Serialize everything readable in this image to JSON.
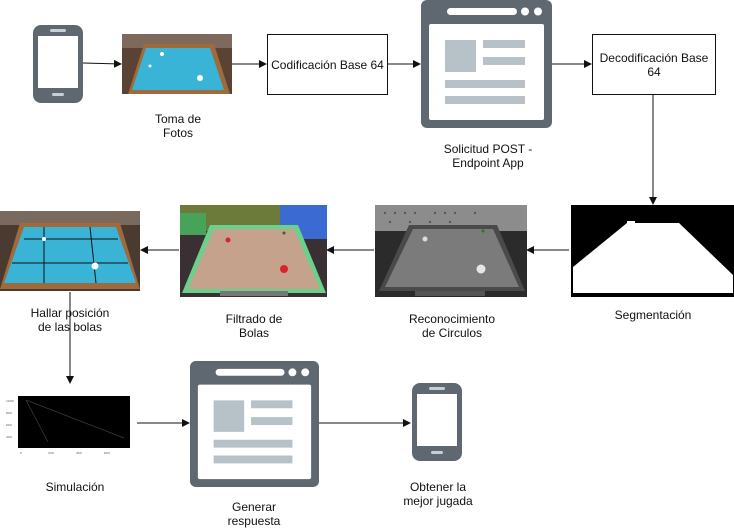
{
  "steps": {
    "toma_fotos": "Toma de\nFotos",
    "codificacion": "Codificación Base 64",
    "solicitud": "Solicitud POST -\nEndpoint App",
    "decodificacion": "Decodificación Base\n64",
    "segmentacion": "Segmentación",
    "reconocimiento": "Reconocimiento\nde Circulos",
    "filtrado": "Filtrado de\nBolas",
    "hallar": "Hallar posición\nde las bolas",
    "simulacion": "Simulación",
    "generar": "Generar\nrespuesta",
    "obtener": "Obtener la\nmejor jugada"
  },
  "icons": [
    "phone-icon",
    "browser-window-icon"
  ],
  "colors": {
    "icon_gray": "#5f6870",
    "icon_light": "#b7c2c8",
    "table_cyan": "#39b3d6",
    "table_wood": "#a06a3a"
  }
}
